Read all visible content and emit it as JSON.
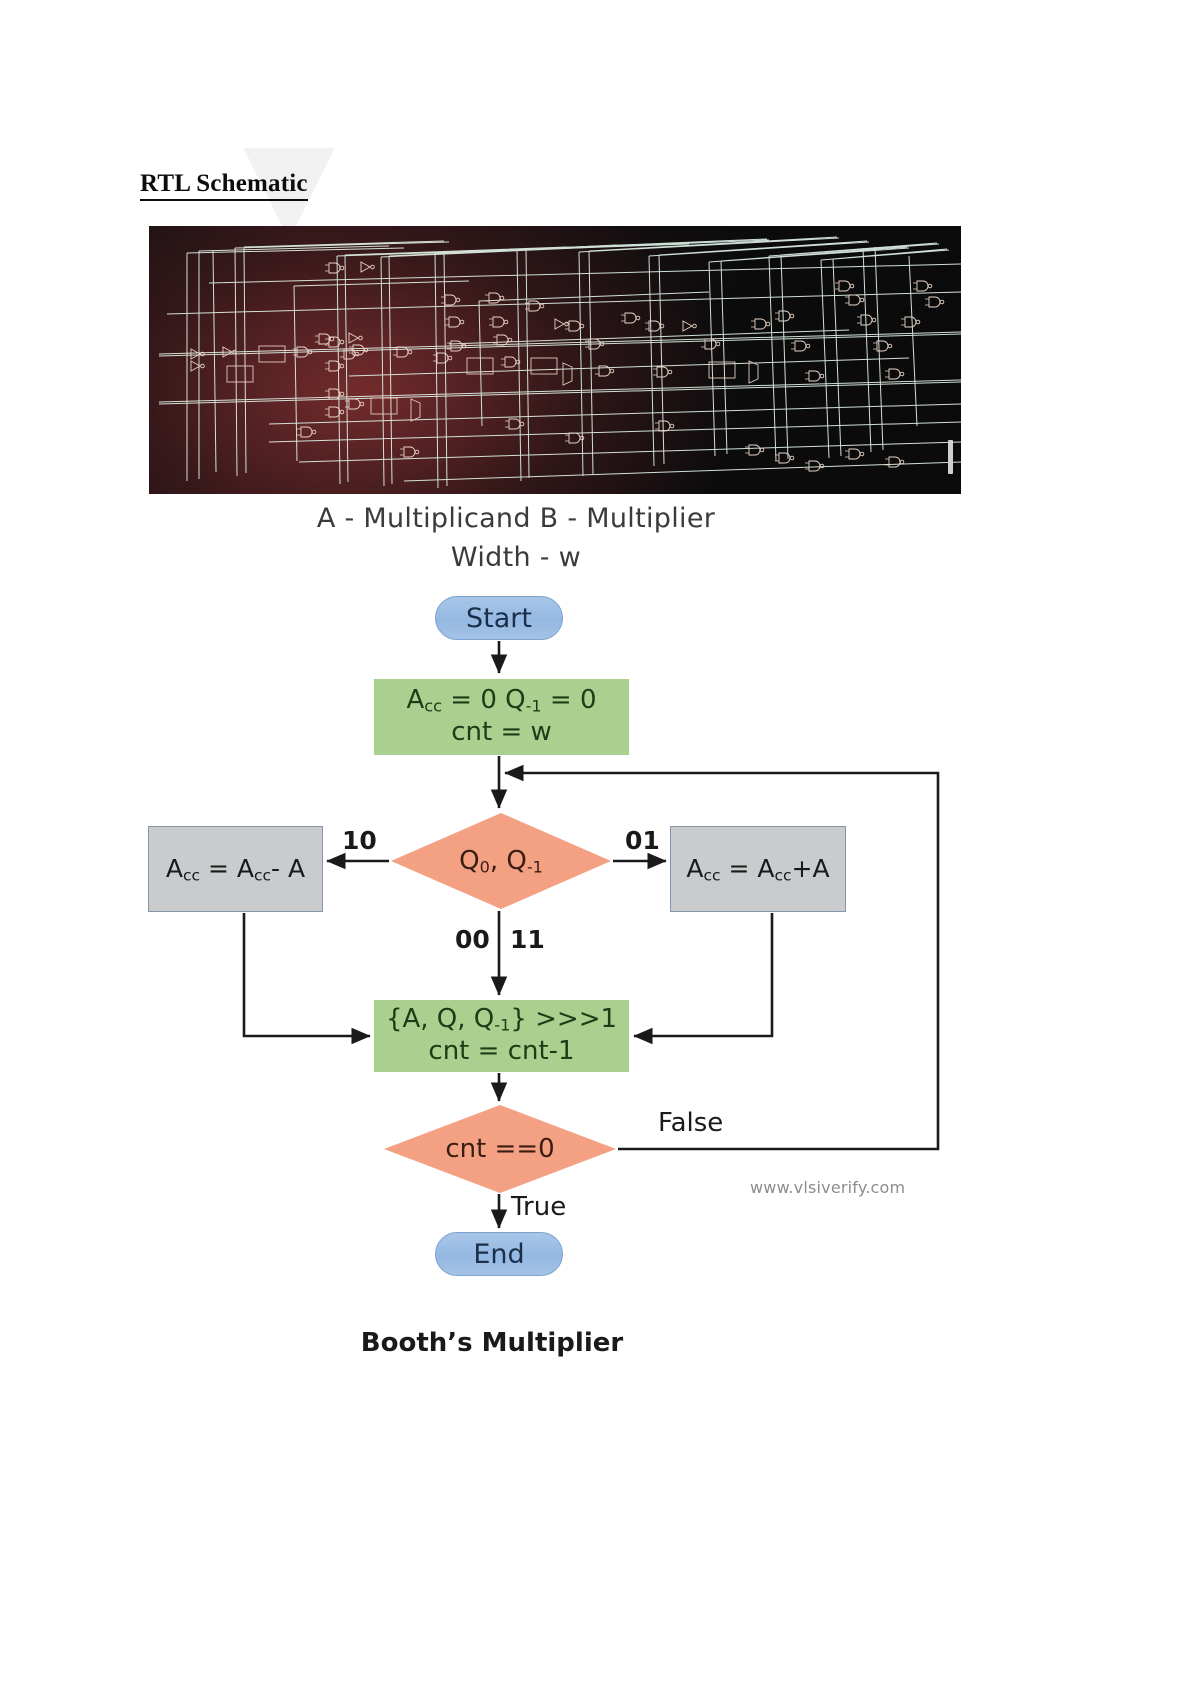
{
  "page": {
    "title": "RTL Schematic",
    "figure_caption": "Booth’s Multiplier",
    "watermark": "www.vlsiverify.com",
    "bg_watermark_glyph": "▼"
  },
  "schematic": {
    "name": "rtl-schematic-photo",
    "description": "Photograph of synthesized RTL gate-level schematic",
    "background_colors": [
      "#1b1113",
      "#2a1417",
      "#0a0a0b"
    ],
    "wire_color": "#d8efe2",
    "gate_color": "#e6cdc0"
  },
  "legend": {
    "line1": "A - Multiplicand  B - Multiplier",
    "line2": "Width - w"
  },
  "flowchart": {
    "type": "flowchart",
    "title": "Booth’s Multiplier",
    "colors": {
      "terminator": "#95b8e2",
      "process_green": "#a9d08e",
      "process_gray": "#c9cbcd",
      "decision": "#f4a183",
      "connector": "#1a1a1a"
    },
    "nodes": {
      "start": {
        "label": "Start",
        "shape": "terminator"
      },
      "init": {
        "shape": "process",
        "line1_pre": "A",
        "line1_sub1": "cc",
        "line1_mid": " = 0 Q",
        "line1_sub2": "-1",
        "line1_post": " = 0",
        "line2": "cnt = w"
      },
      "decision_q": {
        "shape": "decision",
        "pre": "Q",
        "sub1": "0",
        "mid": ", Q",
        "sub2": "-1"
      },
      "subtract": {
        "shape": "process",
        "pre": "A",
        "sub1": "cc",
        "mid": " = A",
        "sub2": "cc",
        "post": "- A"
      },
      "add": {
        "shape": "process",
        "pre": "A",
        "sub1": "cc",
        "mid": " = A",
        "sub2": "cc",
        "post": "+A"
      },
      "shift": {
        "shape": "process",
        "line1_pre": "{A, Q, Q",
        "line1_sub": "-1",
        "line1_post": "} >>>1",
        "line2": "cnt = cnt-1"
      },
      "decision_cnt": {
        "shape": "decision",
        "label": "cnt ==0"
      },
      "end": {
        "label": "End",
        "shape": "terminator"
      }
    },
    "edge_labels": {
      "sub_branch": "10",
      "add_branch": "01",
      "pass_branch_a": "00",
      "pass_branch_b": "11",
      "loop_branch": "False",
      "exit_branch": "True"
    }
  }
}
